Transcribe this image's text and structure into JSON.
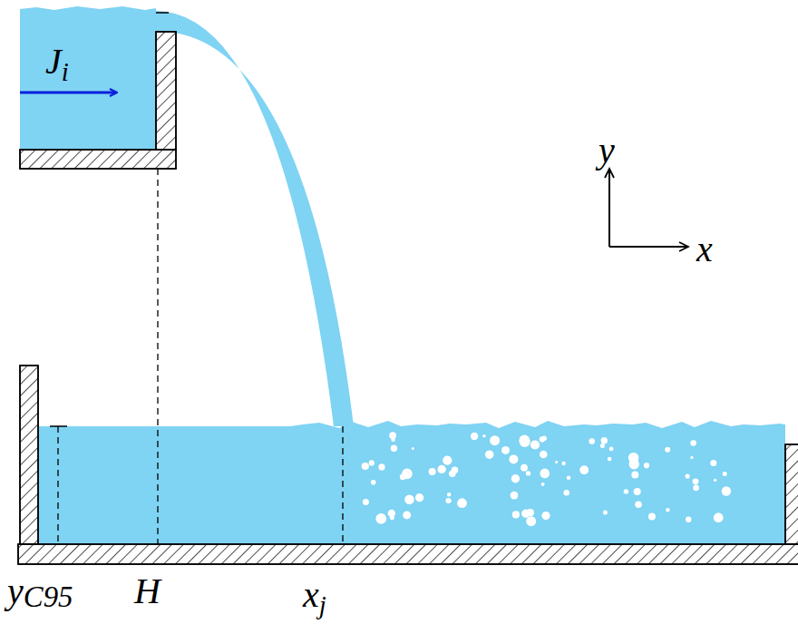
{
  "diagram": {
    "labels": [
      "Ji",
      "y",
      "x",
      "yC95",
      "H",
      "xj"
    ]
  }
}
